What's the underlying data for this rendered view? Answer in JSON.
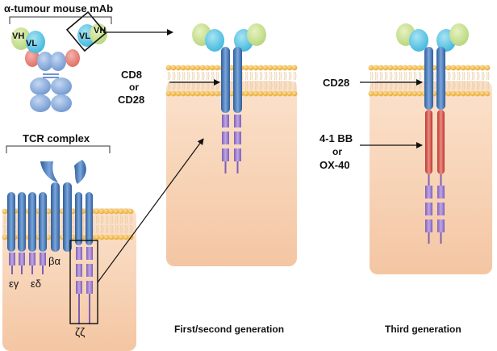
{
  "labels": {
    "antibody_title": "α-tumour mouse mAb",
    "vh_left": "VH",
    "vl_left": "VL",
    "vl_right": "VL",
    "vh_right": "VH",
    "tcr_complex": "TCR complex",
    "epsilon_gamma": "εγ",
    "epsilon_delta": "εδ",
    "beta_alpha": "βα",
    "zeta_zeta": "ζζ",
    "cd8": "CD8",
    "or_1": "or",
    "cd28_first": "CD28",
    "cd28_third": "CD28",
    "four_one_bb": "4-1 BB",
    "or_2": "or",
    "ox40": "OX-40",
    "first_second_generation": "First/second generation",
    "third_generation": "Third generation"
  },
  "colors": {
    "cell_top": "#fbe2cc",
    "cell_bottom": "#f4c8a6",
    "membrane_bead": "#f3b23f",
    "membrane_tail": "#e8c9a0",
    "receptor_blue": "#5b84bf",
    "receptor_dark": "#3d6aa8",
    "itam_purple": "#9878c4",
    "vh_green": "#cde29b",
    "vl_cyan": "#63c8e6",
    "ch_red": "#e98a83",
    "costim_red": "#d9584f",
    "antibody_blue": "#8fb2e0"
  },
  "icons": [
    "arrow-icon"
  ]
}
